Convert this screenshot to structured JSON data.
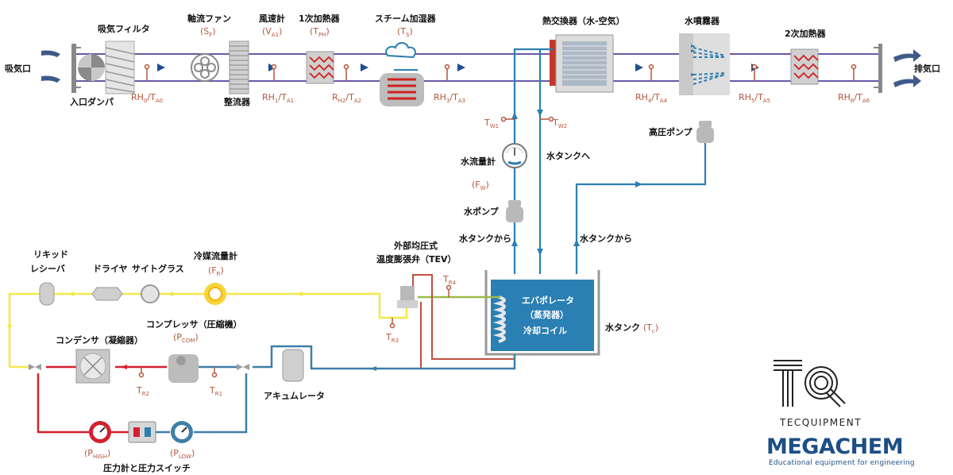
{
  "colors": {
    "duct": "#6a58a8",
    "water": "#2c7fb0",
    "liquid": "#f5e74a",
    "hot_gas": "#d3202e",
    "suction": "#3d7fa8",
    "sensor": "#b5563a",
    "tank": "#2a7fb3"
  },
  "labels": {
    "air_inlet": "吸気口",
    "air_outlet": "排気口",
    "inlet_damper": "入口ダンパ",
    "intake_filter": "吸気フィルタ",
    "axial_fan": "軸流ファン",
    "fan_sym": "(S",
    "fan_sub": "F",
    "fan_close": ")",
    "flow_straightener": "整流器",
    "anemometer": "風速計",
    "anemo_sym": "(V",
    "anemo_sub": "A1",
    "anemo_close": ")",
    "preheater": "1次加熱器",
    "preheater_sym": "(T",
    "preheater_sub": "PH",
    "preheater_close": ")",
    "steam_humidifier": "スチーム加湿器",
    "steam_sym": "(T",
    "steam_sub": "S",
    "steam_close": ")",
    "heat_exchanger": "熱交換器（水-空気）",
    "water_sprayer": "水噴霧器",
    "reheater": "2次加熱器",
    "hp_pump": "高圧ポンプ",
    "to_tank": "水タンクへ",
    "from_tank_1": "水タンクから",
    "from_tank_2": "水タンクから",
    "water_flow_meter": "水流量計",
    "fw_sym": "(F",
    "fw_sub": "W",
    "fw_close": ")",
    "water_pump": "水ポンプ",
    "tev_line1": "外部均圧式",
    "tev_line2": "温度膨張弁（TEV）",
    "evaporator_1": "エバポレータ",
    "evaporator_2": "（蒸発器）",
    "evaporator_3": "冷却コイル",
    "water_tank": "水タンク",
    "tank_sym": "(T",
    "tank_sub": "c",
    "tank_close": ")",
    "liquid_receiver_1": "リキッド",
    "liquid_receiver_2": "レシーバ",
    "dryer": "ドライヤ",
    "sight_glass": "サイトグラス",
    "refrigerant_flow_meter": "冷媒流量計",
    "fr_sym": "(F",
    "fr_sub": "R",
    "fr_close": ")",
    "compressor": "コンプレッサ（圧縮機）",
    "pcom_sym": "(P",
    "pcom_sub": "COM",
    "pcom_close": ")",
    "condenser": "コンデンサ（凝縮器）",
    "accumulator": "アキュムレータ",
    "phigh_sym": "(P",
    "phigh_sub": "HIGH",
    "phigh_close": ")",
    "plow_sym": "(P",
    "plow_sub": "LOW",
    "plow_close": ")",
    "pressure_switch": "圧力計と圧力スイッチ"
  },
  "sensors": [
    {
      "a": "RH",
      "as": "0",
      "b": "/T",
      "bs": "A0"
    },
    {
      "a": "RH",
      "as": "1",
      "b": "/T",
      "bs": "A1"
    },
    {
      "a": "R",
      "as": "H2",
      "b": "/T",
      "bs": "A2"
    },
    {
      "a": "RH",
      "as": "3",
      "b": "/T",
      "bs": "A3"
    },
    {
      "a": "RH",
      "as": "4",
      "b": "/T",
      "bs": "A4"
    },
    {
      "a": "RH",
      "as": "5",
      "b": "/T",
      "bs": "A5"
    },
    {
      "a": "RH",
      "as": "6",
      "b": "/T",
      "bs": "A6"
    },
    {
      "a": "T",
      "as": "W1",
      "b": "",
      "bs": ""
    },
    {
      "a": "T",
      "as": "W2",
      "b": "",
      "bs": ""
    },
    {
      "a": "T",
      "as": "R4",
      "b": "",
      "bs": ""
    },
    {
      "a": "T",
      "as": "R3",
      "b": "",
      "bs": ""
    },
    {
      "a": "T",
      "as": "R2",
      "b": "",
      "bs": ""
    },
    {
      "a": "T",
      "as": "R1",
      "b": "",
      "bs": ""
    }
  ],
  "logo": {
    "tec": "TECQUIPMENT",
    "mega": "MEGACHEM",
    "tag": "Educational equipment for engineering"
  }
}
